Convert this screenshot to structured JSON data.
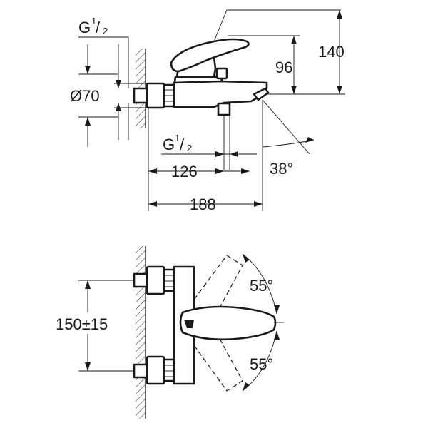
{
  "side_view": {
    "thread_top": "G",
    "thread_top_num": "1",
    "thread_top_den": "2",
    "diameter": "Ø70",
    "height_96": "96",
    "height_140": "140",
    "thread_bottom": "G",
    "thread_bottom_num": "1",
    "thread_bottom_den": "2",
    "dim_126": "126",
    "angle_38": "38°",
    "dim_188": "188"
  },
  "top_view": {
    "spacing": "150±15",
    "angle_up": "55°",
    "angle_down": "55°"
  },
  "colors": {
    "line": "#1a1a1a",
    "background": "#ffffff"
  }
}
